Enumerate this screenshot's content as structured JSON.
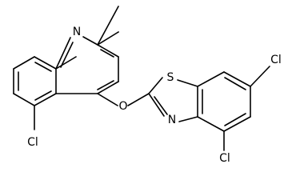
{
  "molecule": {
    "atoms": {
      "quinoline_n": "N",
      "oxygen": "O",
      "sulfur": "S",
      "thiazole_n": "N",
      "cl_quinoline": "Cl",
      "cl_benzo_6": "Cl",
      "cl_benzo_4": "Cl"
    }
  }
}
